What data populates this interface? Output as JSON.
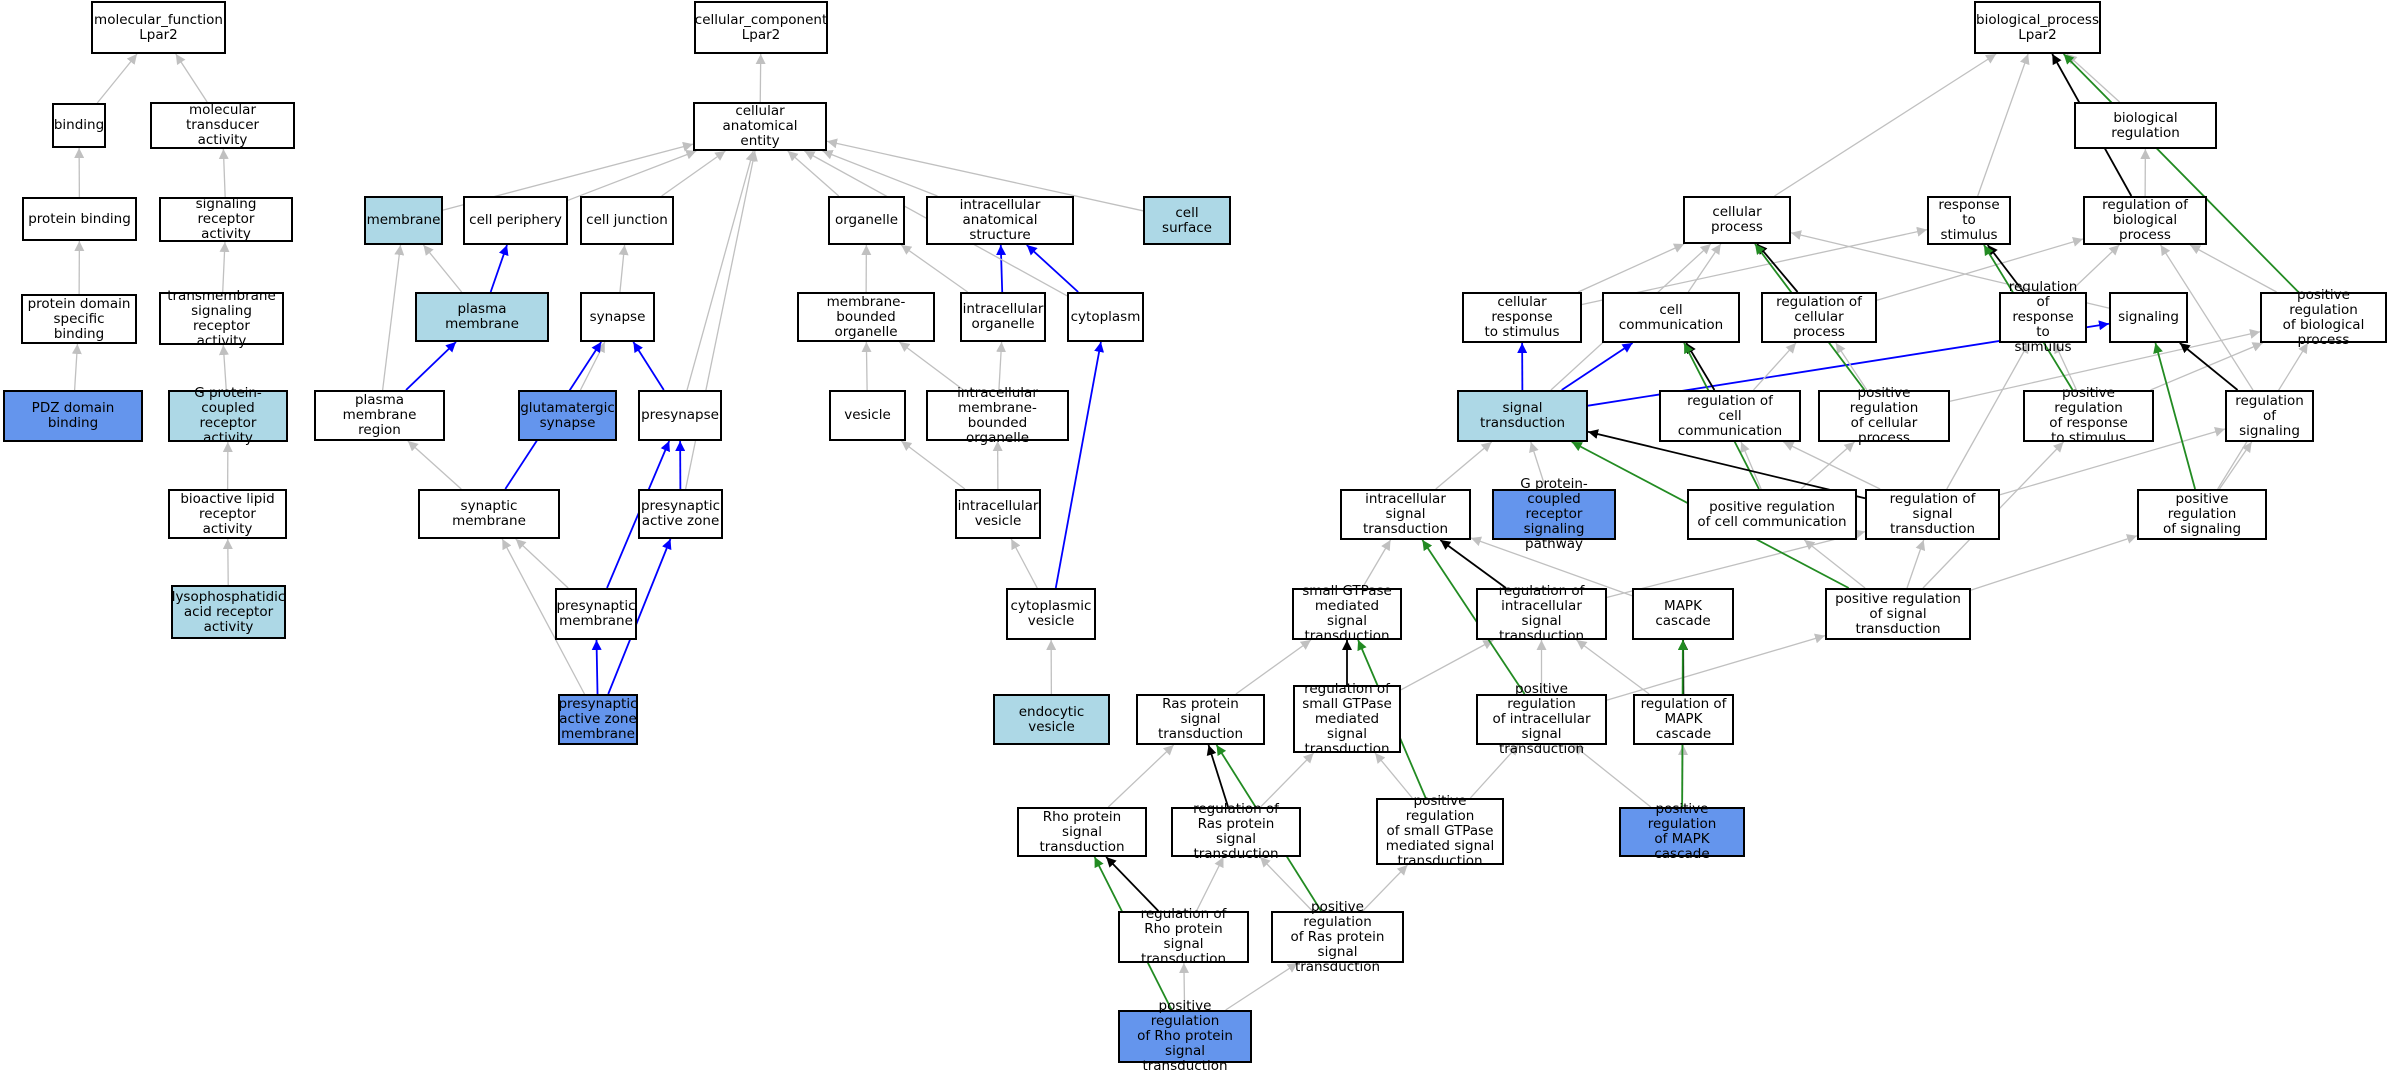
{
  "colors": {
    "is_a": "#c0c0c0",
    "part_of": "#0000ff",
    "regulates": "#000000",
    "positively_regulates": "#228b22",
    "node_border": "#000000",
    "node_light": "#add8e6",
    "node_dark": "#6495ed"
  },
  "nodes": {
    "mf_root": {
      "label": "molecular_function\nLpar2",
      "fill": "white"
    },
    "binding": {
      "label": "binding",
      "fill": "white"
    },
    "mol_transducer": {
      "label": "molecular transducer\nactivity",
      "fill": "white"
    },
    "protein_binding": {
      "label": "protein binding",
      "fill": "white"
    },
    "sig_receptor_act": {
      "label": "signaling receptor\nactivity",
      "fill": "white"
    },
    "protein_domain_binding": {
      "label": "protein domain\nspecific binding",
      "fill": "white"
    },
    "tm_sig_receptor": {
      "label": "transmembrane\nsignaling receptor\nactivity",
      "fill": "white"
    },
    "pdz": {
      "label": "PDZ domain binding",
      "fill": "dark"
    },
    "gpcr_act": {
      "label": "G protein-coupled\nreceptor activity",
      "fill": "light"
    },
    "bioactive_lipid": {
      "label": "bioactive lipid\nreceptor activity",
      "fill": "white"
    },
    "lpa_receptor": {
      "label": "lysophosphatidic\nacid receptor\nactivity",
      "fill": "light"
    },
    "cc_root": {
      "label": "cellular_component\nLpar2",
      "fill": "white"
    },
    "cae": {
      "label": "cellular anatomical\nentity",
      "fill": "white"
    },
    "membrane": {
      "label": "membrane",
      "fill": "light"
    },
    "cell_periphery": {
      "label": "cell periphery",
      "fill": "white"
    },
    "cell_junction": {
      "label": "cell junction",
      "fill": "white"
    },
    "organelle": {
      "label": "organelle",
      "fill": "white"
    },
    "ias": {
      "label": "intracellular\nanatomical structure",
      "fill": "white"
    },
    "cell_surface": {
      "label": "cell surface",
      "fill": "light"
    },
    "plasma_membrane": {
      "label": "plasma membrane",
      "fill": "light"
    },
    "synapse": {
      "label": "synapse",
      "fill": "white"
    },
    "mbo": {
      "label": "membrane-bounded\norganelle",
      "fill": "white"
    },
    "intra_organelle": {
      "label": "intracellular\norganelle",
      "fill": "white"
    },
    "cytoplasm": {
      "label": "cytoplasm",
      "fill": "white"
    },
    "pm_region": {
      "label": "plasma membrane\nregion",
      "fill": "white"
    },
    "glut_synapse": {
      "label": "glutamatergic\nsynapse",
      "fill": "dark"
    },
    "presynapse": {
      "label": "presynapse",
      "fill": "white"
    },
    "vesicle": {
      "label": "vesicle",
      "fill": "white"
    },
    "imbo": {
      "label": "intracellular\nmembrane-bounded\norganelle",
      "fill": "white"
    },
    "syn_membrane": {
      "label": "synaptic membrane",
      "fill": "white"
    },
    "pre_active_zone": {
      "label": "presynaptic\nactive zone",
      "fill": "white"
    },
    "intra_vesicle": {
      "label": "intracellular\nvesicle",
      "fill": "white"
    },
    "pre_membrane": {
      "label": "presynaptic\nmembrane",
      "fill": "white"
    },
    "cyto_vesicle": {
      "label": "cytoplasmic\nvesicle",
      "fill": "white"
    },
    "pazm": {
      "label": "presynaptic\nactive zone\nmembrane",
      "fill": "dark"
    },
    "endocytic_vesicle": {
      "label": "endocytic vesicle",
      "fill": "light"
    },
    "bp_root": {
      "label": "biological_process\nLpar2",
      "fill": "white"
    },
    "bio_reg": {
      "label": "biological regulation",
      "fill": "white"
    },
    "cellular_process": {
      "label": "cellular process",
      "fill": "white"
    },
    "response_stim": {
      "label": "response to\nstimulus",
      "fill": "white"
    },
    "reg_bio_process": {
      "label": "regulation of\nbiological process",
      "fill": "white"
    },
    "cell_resp_stim": {
      "label": "cellular response\nto stimulus",
      "fill": "white"
    },
    "cell_comm": {
      "label": "cell communication",
      "fill": "white"
    },
    "reg_cell_process": {
      "label": "regulation of\ncellular process",
      "fill": "white"
    },
    "reg_resp_stim": {
      "label": "regulation of\nresponse to\nstimulus",
      "fill": "white"
    },
    "signaling": {
      "label": "signaling",
      "fill": "white"
    },
    "pos_reg_bio_process": {
      "label": "positive regulation\nof biological\nprocess",
      "fill": "white"
    },
    "signal_transduction": {
      "label": "signal transduction",
      "fill": "light"
    },
    "reg_cell_comm": {
      "label": "regulation of\ncell communication",
      "fill": "white"
    },
    "pos_reg_cell_process": {
      "label": "positive regulation\nof cellular\nprocess",
      "fill": "white"
    },
    "pos_reg_resp_stim": {
      "label": "positive regulation\nof response\nto stimulus",
      "fill": "white"
    },
    "reg_signaling": {
      "label": "regulation of\nsignaling",
      "fill": "white"
    },
    "intra_sig_trans": {
      "label": "intracellular\nsignal transduction",
      "fill": "white"
    },
    "gpcr_pathway": {
      "label": "G protein-coupled\nreceptor signaling\npathway",
      "fill": "dark"
    },
    "pos_reg_cell_comm": {
      "label": "positive regulation\nof cell communication",
      "fill": "white"
    },
    "reg_sig_trans": {
      "label": "regulation of\nsignal transduction",
      "fill": "white"
    },
    "pos_reg_signaling": {
      "label": "positive regulation\nof signaling",
      "fill": "white"
    },
    "small_gtpase": {
      "label": "small GTPase\nmediated signal\ntransduction",
      "fill": "white"
    },
    "reg_intra_sig": {
      "label": "regulation of\nintracellular\nsignal transduction",
      "fill": "white"
    },
    "mapk": {
      "label": "MAPK cascade",
      "fill": "white"
    },
    "pos_reg_sig_trans": {
      "label": "positive regulation\nof signal transduction",
      "fill": "white"
    },
    "ras": {
      "label": "Ras protein\nsignal transduction",
      "fill": "white"
    },
    "reg_small_gtpase": {
      "label": "regulation of\nsmall GTPase\nmediated signal\ntransduction",
      "fill": "white"
    },
    "pos_reg_intra_sig": {
      "label": "positive regulation\nof intracellular\nsignal transduction",
      "fill": "white"
    },
    "reg_mapk": {
      "label": "regulation of\nMAPK cascade",
      "fill": "white"
    },
    "rho": {
      "label": "Rho protein\nsignal transduction",
      "fill": "white"
    },
    "reg_ras": {
      "label": "regulation of\nRas protein\nsignal transduction",
      "fill": "white"
    },
    "pos_reg_small_gtpase": {
      "label": "positive regulation\nof small GTPase\nmediated signal\ntransduction",
      "fill": "white"
    },
    "pos_reg_mapk": {
      "label": "positive regulation\nof MAPK cascade",
      "fill": "dark"
    },
    "reg_rho": {
      "label": "regulation of\nRho protein\nsignal transduction",
      "fill": "white"
    },
    "pos_reg_ras": {
      "label": "positive regulation\nof Ras protein\nsignal transduction",
      "fill": "white"
    },
    "pos_reg_rho": {
      "label": "positive regulation\nof Rho protein\nsignal transduction",
      "fill": "dark"
    }
  },
  "edges": [
    [
      "binding",
      "mf_root",
      "is_a"
    ],
    [
      "mol_transducer",
      "mf_root",
      "is_a"
    ],
    [
      "protein_binding",
      "binding",
      "is_a"
    ],
    [
      "sig_receptor_act",
      "mol_transducer",
      "is_a"
    ],
    [
      "protein_domain_binding",
      "protein_binding",
      "is_a"
    ],
    [
      "tm_sig_receptor",
      "sig_receptor_act",
      "is_a"
    ],
    [
      "pdz",
      "protein_domain_binding",
      "is_a"
    ],
    [
      "gpcr_act",
      "tm_sig_receptor",
      "is_a"
    ],
    [
      "bioactive_lipid",
      "gpcr_act",
      "is_a"
    ],
    [
      "lpa_receptor",
      "bioactive_lipid",
      "is_a"
    ],
    [
      "cae",
      "cc_root",
      "is_a"
    ],
    [
      "membrane",
      "cae",
      "is_a"
    ],
    [
      "cell_periphery",
      "cae",
      "is_a"
    ],
    [
      "cell_junction",
      "cae",
      "is_a"
    ],
    [
      "organelle",
      "cae",
      "is_a"
    ],
    [
      "ias",
      "cae",
      "is_a"
    ],
    [
      "cell_surface",
      "cae",
      "is_a"
    ],
    [
      "plasma_membrane",
      "membrane",
      "is_a"
    ],
    [
      "plasma_membrane",
      "cell_periphery",
      "part_of"
    ],
    [
      "synapse",
      "cell_junction",
      "is_a"
    ],
    [
      "mbo",
      "organelle",
      "is_a"
    ],
    [
      "intra_organelle",
      "organelle",
      "is_a"
    ],
    [
      "intra_organelle",
      "ias",
      "part_of"
    ],
    [
      "cytoplasm",
      "ias",
      "part_of"
    ],
    [
      "cytoplasm",
      "cae",
      "is_a"
    ],
    [
      "pm_region",
      "membrane",
      "is_a"
    ],
    [
      "pm_region",
      "plasma_membrane",
      "part_of"
    ],
    [
      "glut_synapse",
      "synapse",
      "is_a"
    ],
    [
      "presynapse",
      "synapse",
      "part_of"
    ],
    [
      "presynapse",
      "cae",
      "is_a"
    ],
    [
      "vesicle",
      "mbo",
      "is_a"
    ],
    [
      "imbo",
      "mbo",
      "is_a"
    ],
    [
      "imbo",
      "intra_organelle",
      "is_a"
    ],
    [
      "syn_membrane",
      "pm_region",
      "is_a"
    ],
    [
      "syn_membrane",
      "synapse",
      "part_of"
    ],
    [
      "pre_active_zone",
      "presynapse",
      "part_of"
    ],
    [
      "pre_active_zone",
      "cae",
      "is_a"
    ],
    [
      "intra_vesicle",
      "vesicle",
      "is_a"
    ],
    [
      "intra_vesicle",
      "imbo",
      "is_a"
    ],
    [
      "pre_membrane",
      "syn_membrane",
      "is_a"
    ],
    [
      "pre_membrane",
      "presynapse",
      "part_of"
    ],
    [
      "cyto_vesicle",
      "intra_vesicle",
      "is_a"
    ],
    [
      "cyto_vesicle",
      "cytoplasm",
      "part_of"
    ],
    [
      "pazm",
      "pre_membrane",
      "part_of"
    ],
    [
      "pazm",
      "pre_active_zone",
      "part_of"
    ],
    [
      "pazm",
      "syn_membrane",
      "is_a"
    ],
    [
      "endocytic_vesicle",
      "cyto_vesicle",
      "is_a"
    ],
    [
      "bio_reg",
      "bp_root",
      "is_a"
    ],
    [
      "cellular_process",
      "bp_root",
      "is_a"
    ],
    [
      "response_stim",
      "bp_root",
      "is_a"
    ],
    [
      "reg_bio_process",
      "bio_reg",
      "is_a"
    ],
    [
      "reg_bio_process",
      "bp_root",
      "regulates"
    ],
    [
      "pos_reg_bio_process",
      "bp_root",
      "positively_regulates"
    ],
    [
      "cell_resp_stim",
      "cellular_process",
      "is_a"
    ],
    [
      "cell_resp_stim",
      "response_stim",
      "is_a"
    ],
    [
      "cell_comm",
      "cellular_process",
      "is_a"
    ],
    [
      "reg_cell_process",
      "reg_bio_process",
      "is_a"
    ],
    [
      "reg_cell_process",
      "cellular_process",
      "regulates"
    ],
    [
      "reg_resp_stim",
      "reg_bio_process",
      "is_a"
    ],
    [
      "reg_resp_stim",
      "response_stim",
      "regulates"
    ],
    [
      "signaling",
      "cellular_process",
      "is_a"
    ],
    [
      "pos_reg_bio_process",
      "reg_bio_process",
      "is_a"
    ],
    [
      "signal_transduction",
      "cell_resp_stim",
      "part_of"
    ],
    [
      "signal_transduction",
      "cell_comm",
      "part_of"
    ],
    [
      "signal_transduction",
      "signaling",
      "part_of"
    ],
    [
      "signal_transduction",
      "cellular_process",
      "is_a"
    ],
    [
      "reg_cell_comm",
      "reg_cell_process",
      "is_a"
    ],
    [
      "reg_cell_comm",
      "cell_comm",
      "regulates"
    ],
    [
      "pos_reg_cell_process",
      "reg_cell_process",
      "is_a"
    ],
    [
      "pos_reg_cell_process",
      "pos_reg_bio_process",
      "is_a"
    ],
    [
      "pos_reg_cell_process",
      "cellular_process",
      "positively_regulates"
    ],
    [
      "pos_reg_resp_stim",
      "reg_resp_stim",
      "is_a"
    ],
    [
      "pos_reg_resp_stim",
      "pos_reg_bio_process",
      "is_a"
    ],
    [
      "pos_reg_resp_stim",
      "response_stim",
      "positively_regulates"
    ],
    [
      "reg_signaling",
      "reg_bio_process",
      "is_a"
    ],
    [
      "reg_signaling",
      "signaling",
      "regulates"
    ],
    [
      "intra_sig_trans",
      "signal_transduction",
      "is_a"
    ],
    [
      "gpcr_pathway",
      "signal_transduction",
      "is_a"
    ],
    [
      "pos_reg_cell_comm",
      "reg_cell_comm",
      "is_a"
    ],
    [
      "pos_reg_cell_comm",
      "pos_reg_cell_process",
      "is_a"
    ],
    [
      "pos_reg_cell_comm",
      "cell_comm",
      "positively_regulates"
    ],
    [
      "reg_sig_trans",
      "reg_cell_comm",
      "is_a"
    ],
    [
      "reg_sig_trans",
      "reg_signaling",
      "is_a"
    ],
    [
      "reg_sig_trans",
      "reg_resp_stim",
      "is_a"
    ],
    [
      "reg_sig_trans",
      "signal_transduction",
      "regulates"
    ],
    [
      "pos_reg_signaling",
      "reg_signaling",
      "is_a"
    ],
    [
      "pos_reg_signaling",
      "pos_reg_bio_process",
      "is_a"
    ],
    [
      "pos_reg_signaling",
      "signaling",
      "positively_regulates"
    ],
    [
      "small_gtpase",
      "intra_sig_trans",
      "is_a"
    ],
    [
      "reg_intra_sig",
      "reg_sig_trans",
      "is_a"
    ],
    [
      "reg_intra_sig",
      "intra_sig_trans",
      "regulates"
    ],
    [
      "mapk",
      "intra_sig_trans",
      "is_a"
    ],
    [
      "pos_reg_sig_trans",
      "reg_sig_trans",
      "is_a"
    ],
    [
      "pos_reg_sig_trans",
      "pos_reg_cell_comm",
      "is_a"
    ],
    [
      "pos_reg_sig_trans",
      "pos_reg_signaling",
      "is_a"
    ],
    [
      "pos_reg_sig_trans",
      "pos_reg_resp_stim",
      "is_a"
    ],
    [
      "pos_reg_sig_trans",
      "signal_transduction",
      "positively_regulates"
    ],
    [
      "ras",
      "small_gtpase",
      "is_a"
    ],
    [
      "reg_small_gtpase",
      "reg_intra_sig",
      "is_a"
    ],
    [
      "reg_small_gtpase",
      "small_gtpase",
      "regulates"
    ],
    [
      "pos_reg_intra_sig",
      "reg_intra_sig",
      "is_a"
    ],
    [
      "pos_reg_intra_sig",
      "pos_reg_sig_trans",
      "is_a"
    ],
    [
      "pos_reg_intra_sig",
      "intra_sig_trans",
      "positively_regulates"
    ],
    [
      "reg_mapk",
      "reg_intra_sig",
      "is_a"
    ],
    [
      "reg_mapk",
      "mapk",
      "regulates"
    ],
    [
      "rho",
      "ras",
      "is_a"
    ],
    [
      "reg_ras",
      "reg_small_gtpase",
      "is_a"
    ],
    [
      "reg_ras",
      "ras",
      "regulates"
    ],
    [
      "pos_reg_small_gtpase",
      "reg_small_gtpase",
      "is_a"
    ],
    [
      "pos_reg_small_gtpase",
      "pos_reg_intra_sig",
      "is_a"
    ],
    [
      "pos_reg_small_gtpase",
      "small_gtpase",
      "positively_regulates"
    ],
    [
      "pos_reg_mapk",
      "reg_mapk",
      "is_a"
    ],
    [
      "pos_reg_mapk",
      "pos_reg_intra_sig",
      "is_a"
    ],
    [
      "pos_reg_mapk",
      "mapk",
      "positively_regulates"
    ],
    [
      "reg_rho",
      "reg_ras",
      "is_a"
    ],
    [
      "reg_rho",
      "rho",
      "regulates"
    ],
    [
      "pos_reg_ras",
      "reg_ras",
      "is_a"
    ],
    [
      "pos_reg_ras",
      "pos_reg_small_gtpase",
      "is_a"
    ],
    [
      "pos_reg_ras",
      "ras",
      "positively_regulates"
    ],
    [
      "pos_reg_rho",
      "reg_rho",
      "is_a"
    ],
    [
      "pos_reg_rho",
      "pos_reg_ras",
      "is_a"
    ],
    [
      "pos_reg_rho",
      "rho",
      "positively_regulates"
    ]
  ]
}
